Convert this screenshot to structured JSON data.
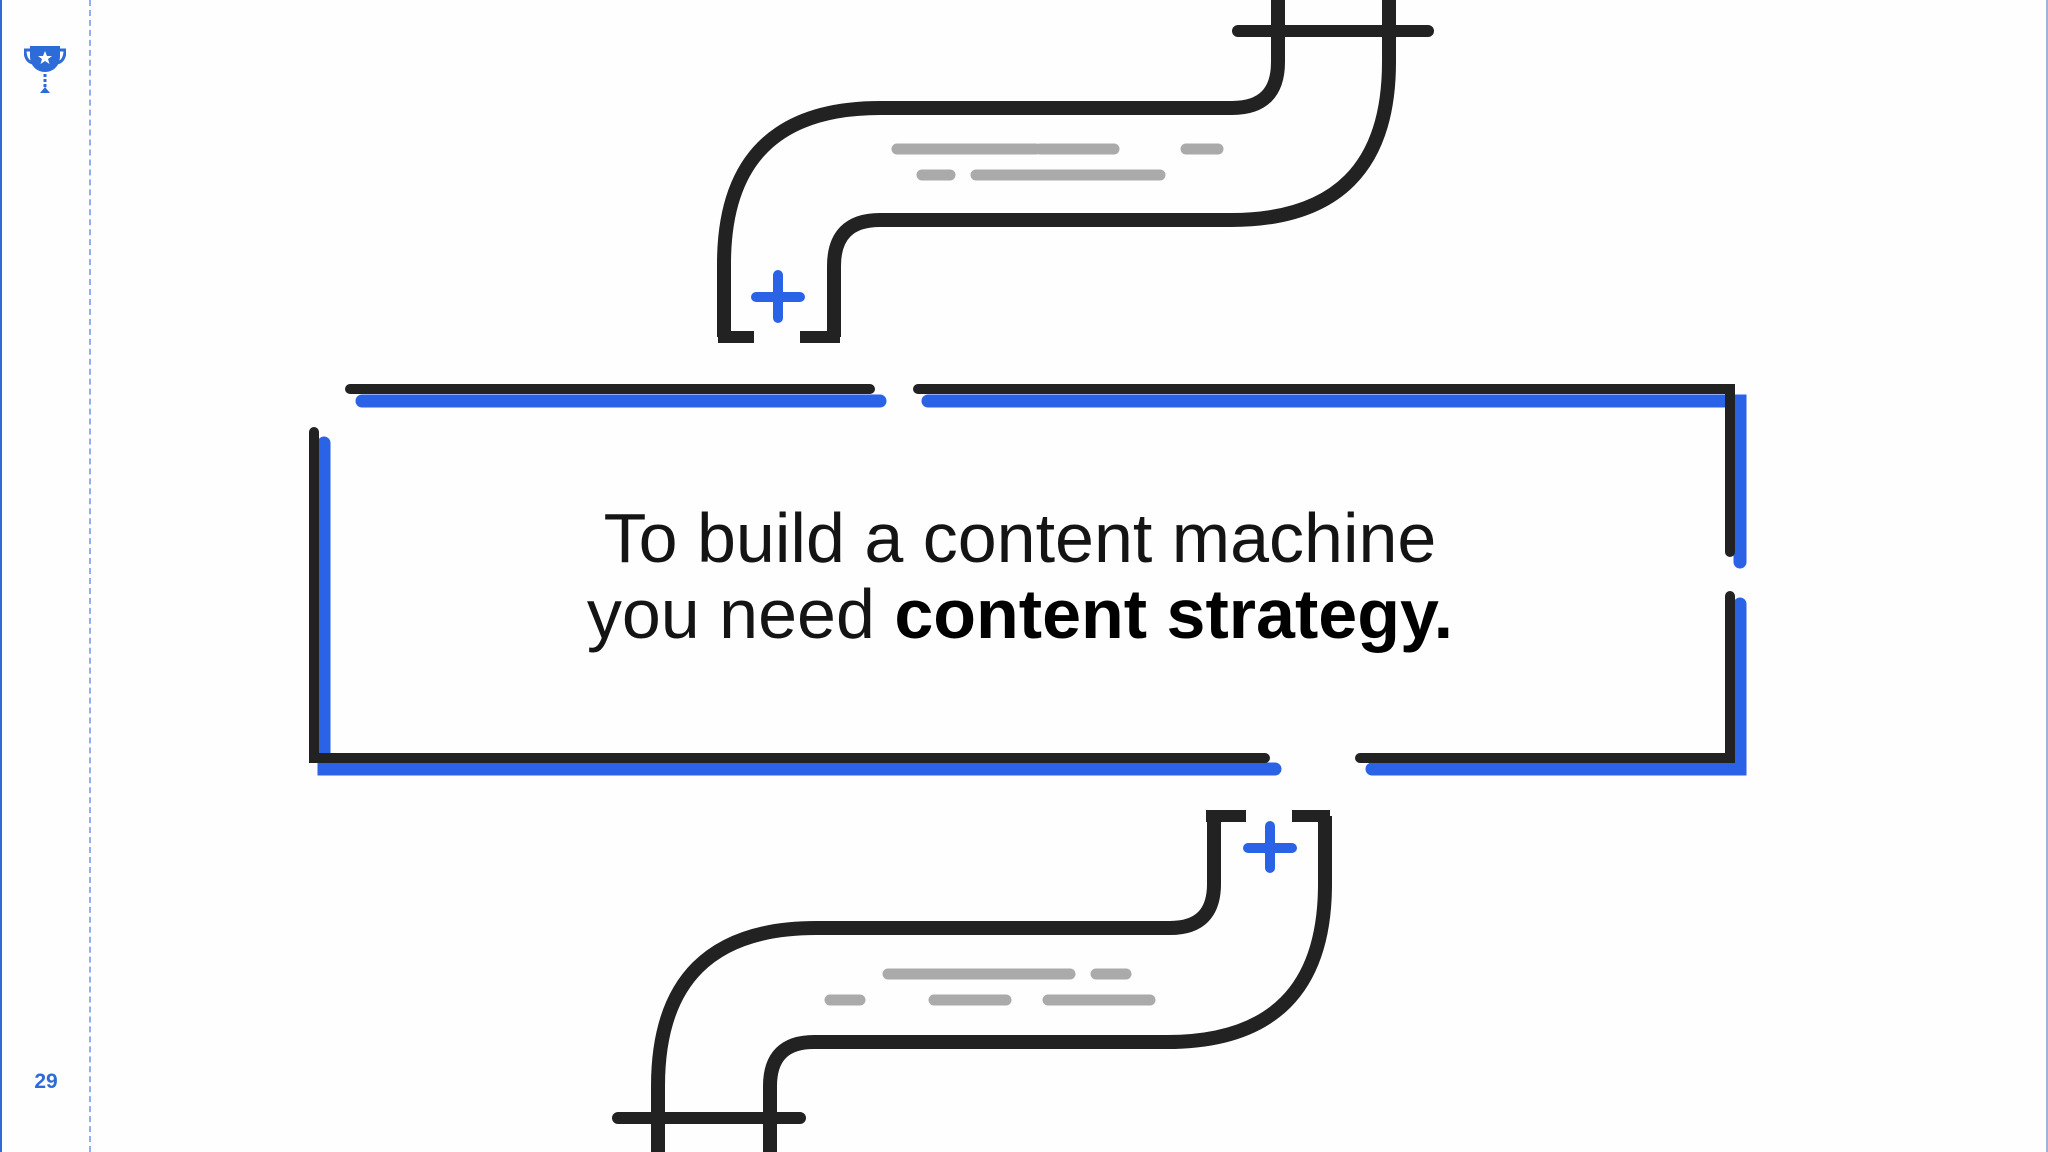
{
  "slide": {
    "headline_line1": "To build a content machine",
    "headline_line2_prefix": "you need ",
    "headline_line2_bold": "content strategy.",
    "page_number": "29"
  },
  "icons": {
    "logo": "trophy-icon",
    "pipe_marker": "plus-icon"
  },
  "colors": {
    "accent": "#2d6bd8",
    "pipe_blue": "#2b63e6",
    "outline": "#222222",
    "flow_lines": "#aaaaaa",
    "background": "#fefefe"
  }
}
